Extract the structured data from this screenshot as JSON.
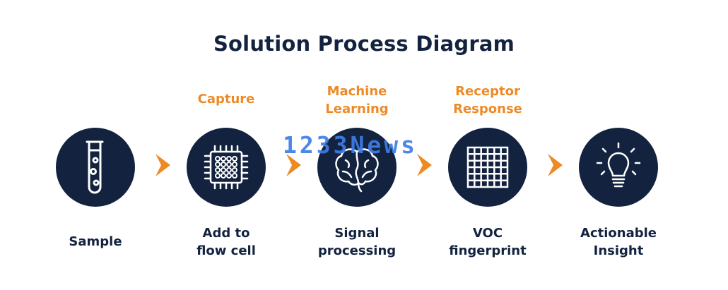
{
  "title": "Solution Process Diagram",
  "colors": {
    "navy": "#13233f",
    "orange": "#ee8a26",
    "watermark": "#3d7ee6"
  },
  "steps": [
    {
      "top_label": "",
      "bottom_label": "Sample",
      "icon": "test-tube-icon"
    },
    {
      "top_label": "Capture",
      "bottom_label": "Add to\nflow cell",
      "icon": "chip-icon"
    },
    {
      "top_label": "Machine\nLearning",
      "bottom_label": "Signal\nprocessing",
      "icon": "brain-icon"
    },
    {
      "top_label": "Receptor\nResponse",
      "bottom_label": "VOC\nfingerprint",
      "icon": "grid-icon"
    },
    {
      "top_label": "",
      "bottom_label": "Actionable\nInsight",
      "icon": "lightbulb-icon"
    }
  ],
  "watermark": "1233News"
}
